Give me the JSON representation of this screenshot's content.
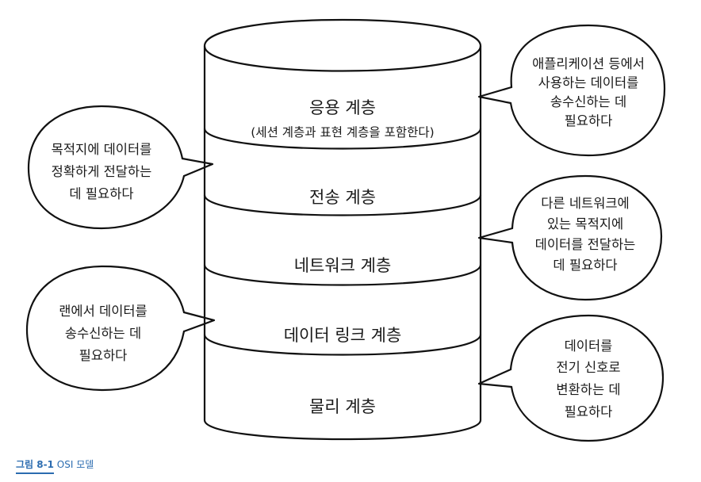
{
  "layers": [
    {
      "label": "응용 계층",
      "sub": "(세션 계층과 표현 계층을 포함한다)"
    },
    {
      "label": "전송 계층"
    },
    {
      "label": "네트워크 계층"
    },
    {
      "label": "데이터 링크 계층"
    },
    {
      "label": "물리 계층"
    }
  ],
  "bubbles": {
    "application": [
      "애플리케이션 등에서",
      "사용하는 데이터를",
      "송수신하는 데",
      "필요하다"
    ],
    "transport": [
      "목적지에 데이터를",
      "정확하게 전달하는",
      "데 필요하다"
    ],
    "network": [
      "다른 네트워크에",
      "있는 목적지에",
      "데이터를 전달하는",
      "데 필요하다"
    ],
    "datalink": [
      "랜에서 데이터를",
      "송수신하는 데",
      "필요하다"
    ],
    "physical": [
      "데이터를",
      "전기 신호로",
      "변환하는 데",
      "필요하다"
    ]
  },
  "caption": {
    "number": "그림 8-1",
    "text": "OSI 모델"
  }
}
